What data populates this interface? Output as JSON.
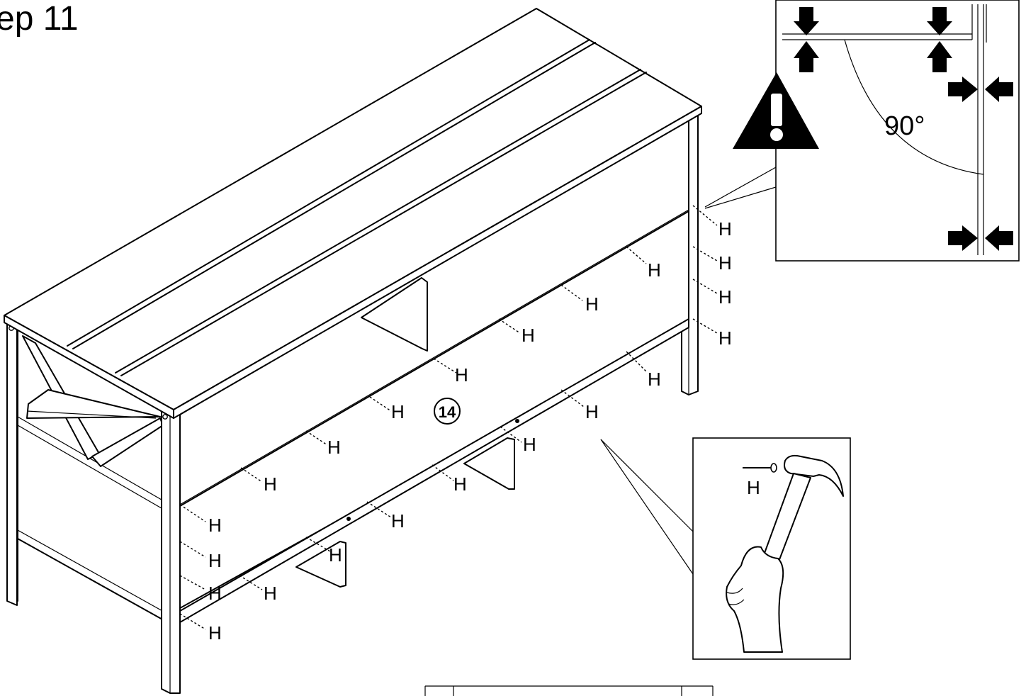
{
  "step_title": "ep  11",
  "part_number": "14",
  "fastener_label": "H",
  "angle_label": "90°",
  "icons": {
    "warning": "warning-triangle-icon",
    "hammer": "hammer-icon",
    "nail": "nail-icon",
    "arrow": "arrow-icon"
  }
}
